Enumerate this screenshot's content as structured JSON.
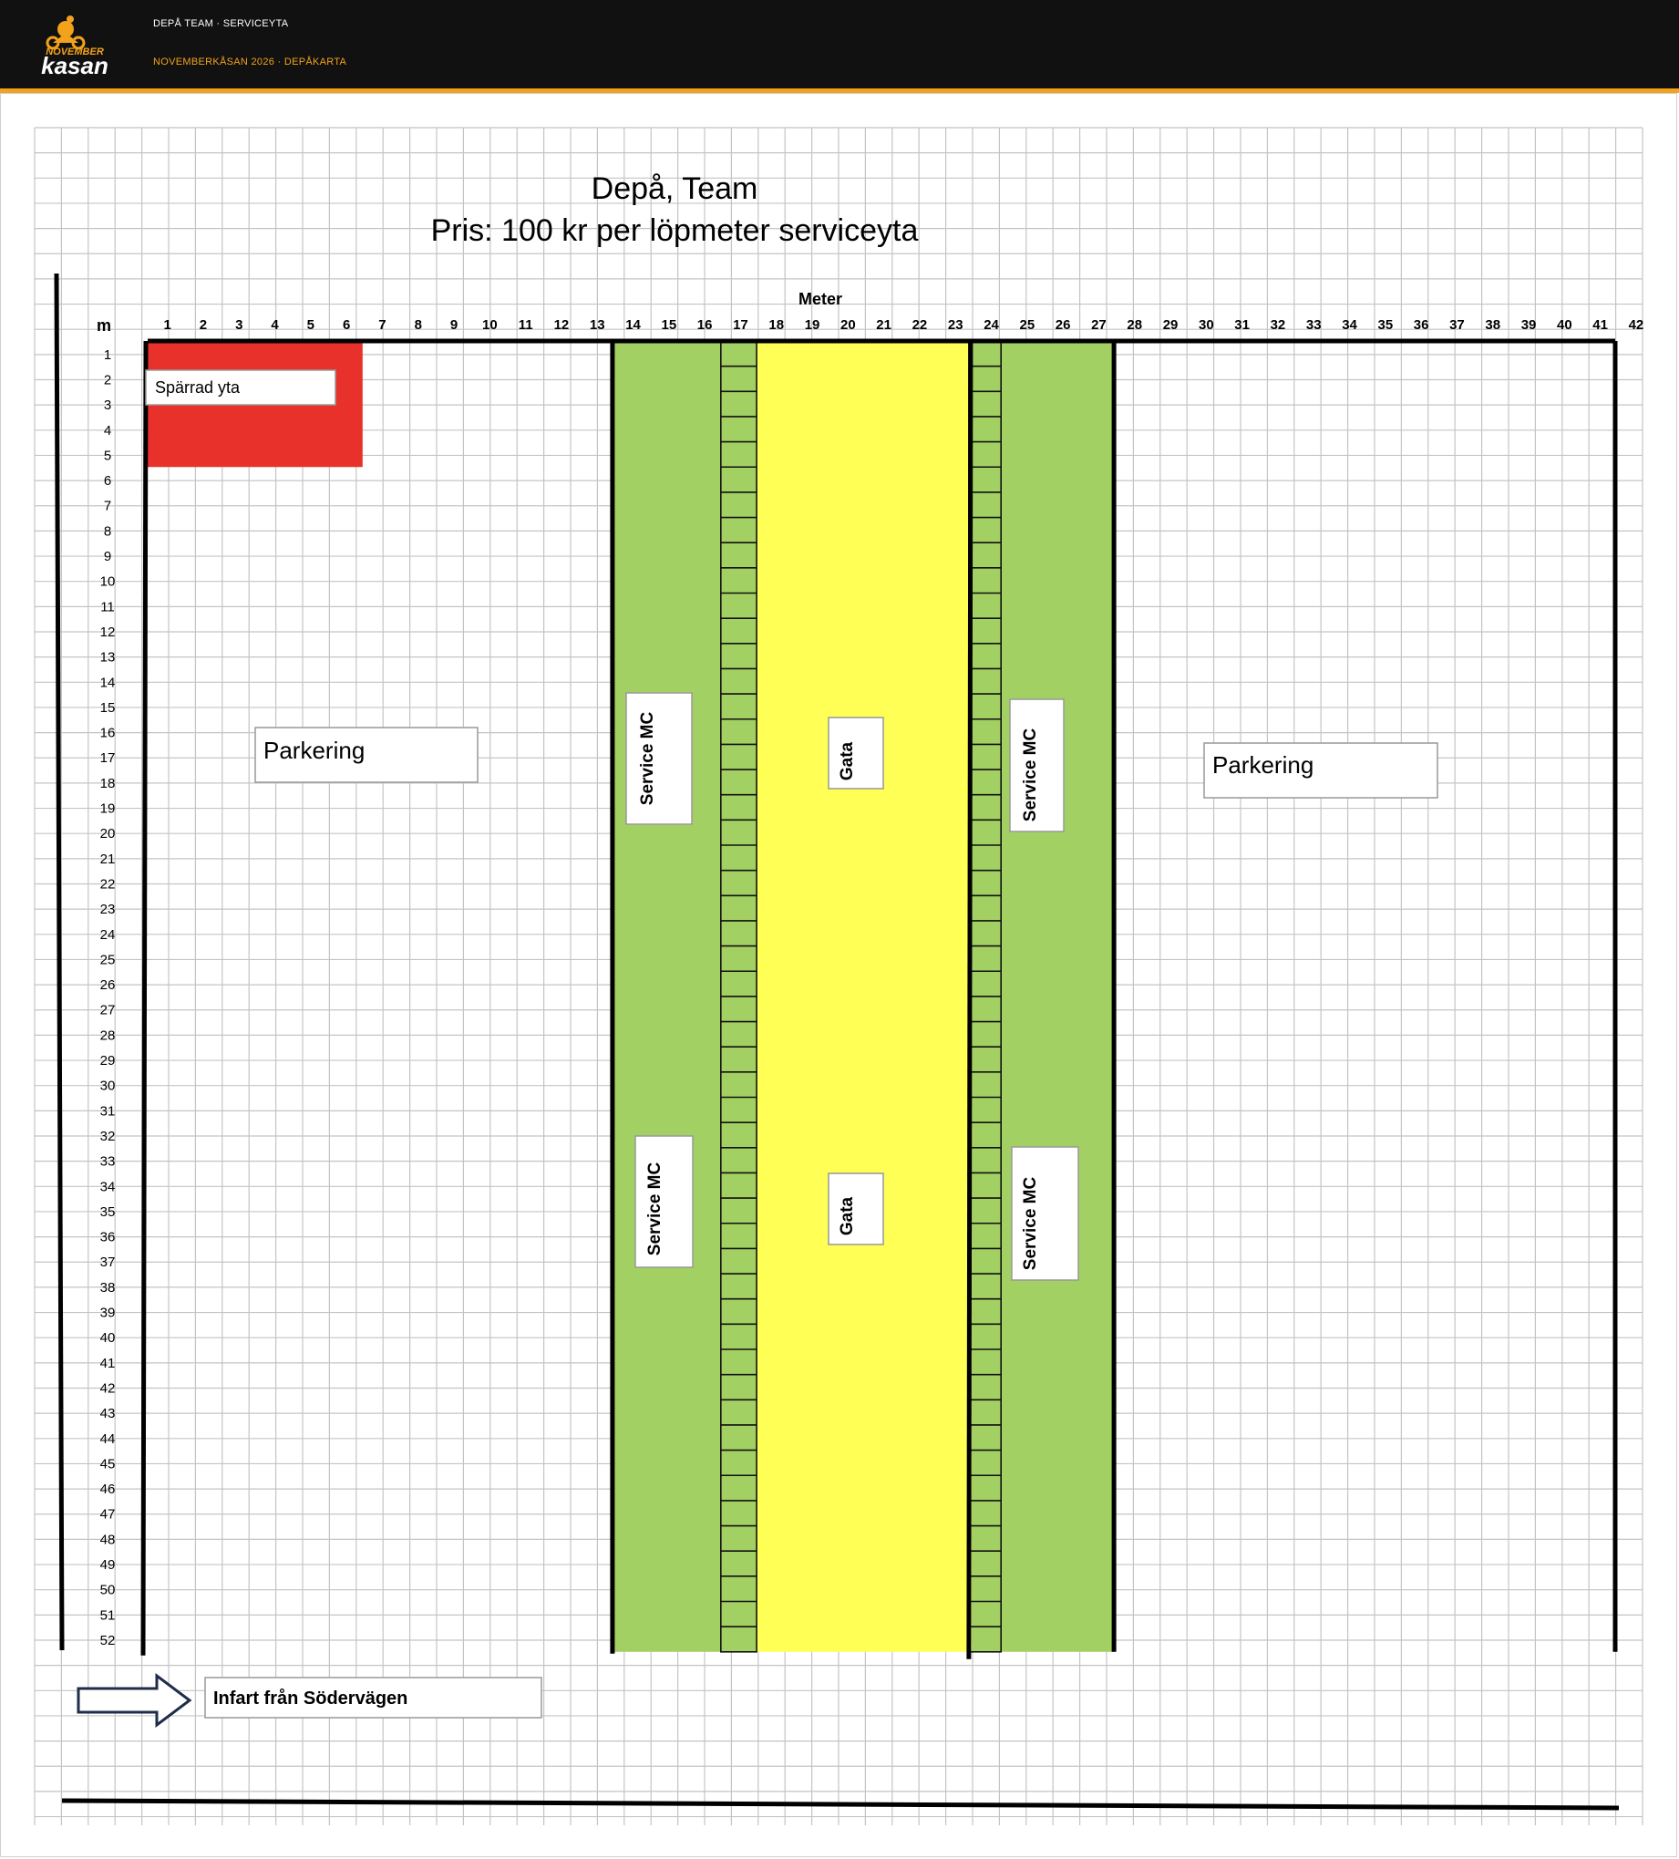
{
  "header": {
    "brand_top": "NOVEMBER",
    "brand_bottom": "kasan",
    "line1": "DEPÅ TEAM · SERVICEYTA",
    "line2": "NOVEMBERKÅSAN 2026 · DEPÅKARTA"
  },
  "map": {
    "title": "Depå, Team",
    "subtitle": "Pris: 100 kr per löpmeter serviceyta",
    "x_axis_label": "Meter",
    "y_axis_unit": "m",
    "columns_max": 42,
    "rows_max": 52,
    "colors": {
      "blocked": "#e8312a",
      "service": "#a3d063",
      "street": "#ffff55",
      "header_bg": "#111111",
      "accent": "#f2a21b"
    },
    "zones": [
      {
        "type": "blocked",
        "label": "Spärrad yta",
        "col_start": 1,
        "col_end": 6,
        "row_start": 1,
        "row_end": 5
      },
      {
        "type": "service",
        "col_start": 14,
        "col_end": 17,
        "row_start": 1,
        "row_end": 52
      },
      {
        "type": "street",
        "col_start": 18,
        "col_end": 23,
        "row_start": 1,
        "row_end": 52
      },
      {
        "type": "service",
        "col_start": 24,
        "col_end": 27,
        "row_start": 1,
        "row_end": 52
      }
    ],
    "labels": {
      "parking_left": "Parkering",
      "parking_right": "Parkering",
      "service_mc": "Service MC",
      "street": "Gata",
      "entrance": "Infart från Södervägen"
    }
  }
}
